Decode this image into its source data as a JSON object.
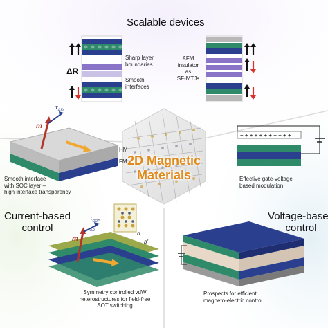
{
  "center": {
    "line1": "2D Magnetic",
    "line2": "Materials"
  },
  "top": {
    "title": "Scalable devices",
    "left_caption_1": [
      "Sharp layer",
      "boundaries"
    ],
    "left_caption_2": [
      "Smooth",
      "interfaces"
    ],
    "right_caption": [
      "AFM",
      "insulator",
      "as",
      "SF-MTJs"
    ],
    "delta_r": "ΔR"
  },
  "left": {
    "title": [
      "Current-based",
      "control"
    ],
    "hm": "HM",
    "fm": "FM",
    "m_symbol": "m",
    "tau_symbol": "τ",
    "tau_sub_top": "AD",
    "caption_top": [
      "Smooth interface",
      "with SOC layer –",
      "high interface transparency"
    ],
    "caption_bottom": [
      "Symmetry controlled vdW",
      "heterostructures for field-free",
      "SOT switching"
    ],
    "tau_sub_bottom": "OOP\nAD",
    "b_label": "b",
    "bprime_label": "b'"
  },
  "right": {
    "title": [
      "Voltage-based",
      "control"
    ],
    "caption_top": [
      "Effective gate-voltage",
      "based modulation"
    ],
    "caption_bottom": [
      "Prospects for efficient",
      "magneto-electric control"
    ]
  },
  "colors": {
    "layer_green": "#2f8a6a",
    "layer_blue": "#2b3f8f",
    "layer_purple": "#8a74c7",
    "arrow_red": "#d8322a",
    "center_text": "#e08a1a",
    "hm_gray": "#b8b8b8",
    "current_arrow": "#f0a830"
  }
}
